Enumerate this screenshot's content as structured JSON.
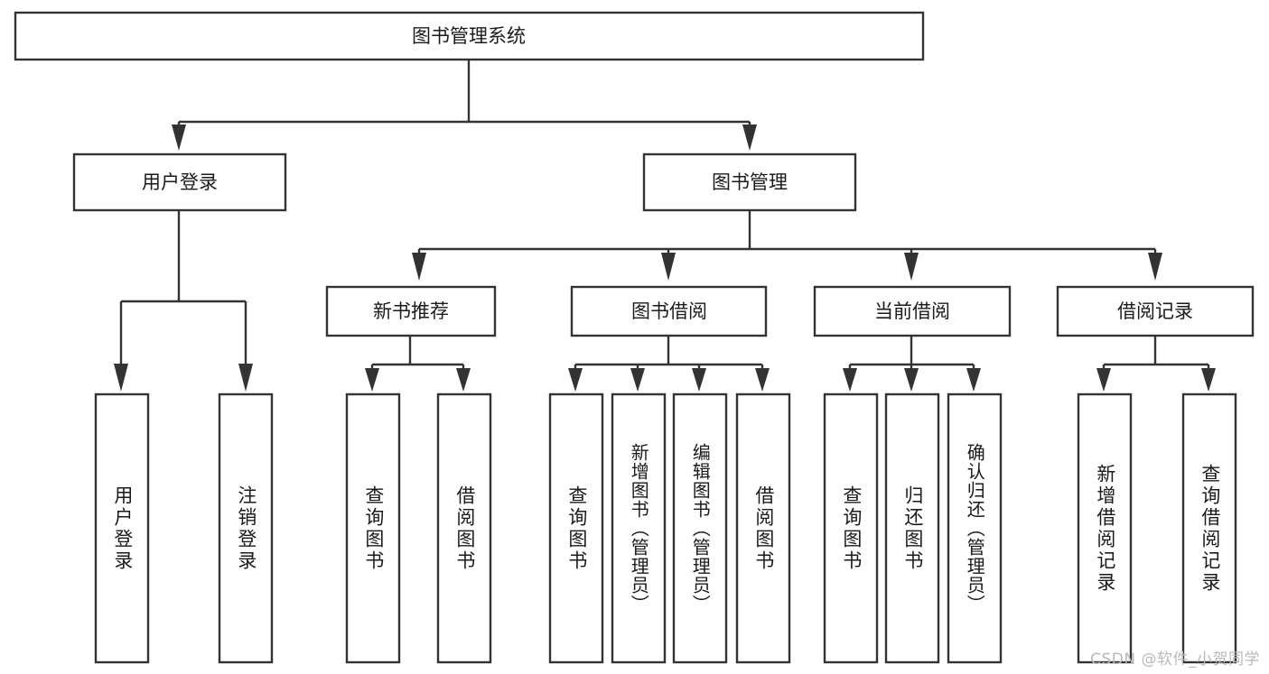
{
  "diagram": {
    "type": "tree-hierarchy",
    "title": "图书管理系统",
    "root": {
      "id": "root",
      "label": "图书管理系统",
      "level": 0
    },
    "level2": [
      {
        "id": "user-login",
        "label": "用户登录",
        "level": 1
      },
      {
        "id": "book-manage",
        "label": "图书管理",
        "level": 1
      }
    ],
    "level3": [
      {
        "id": "new-book-recommend",
        "label": "新书推荐",
        "level": 2,
        "parent": "book-manage"
      },
      {
        "id": "book-borrow",
        "label": "图书借阅",
        "level": 2,
        "parent": "book-manage"
      },
      {
        "id": "current-borrow",
        "label": "当前借阅",
        "level": 2,
        "parent": "book-manage"
      },
      {
        "id": "borrow-record",
        "label": "借阅记录",
        "level": 2,
        "parent": "book-manage"
      }
    ],
    "leaves": [
      {
        "id": "leaf-user-login",
        "label": "用户登录",
        "parent": "user-login"
      },
      {
        "id": "leaf-user-logout",
        "label": "注销登录",
        "parent": "user-login"
      },
      {
        "id": "leaf-query-book-1",
        "label": "查询图书",
        "parent": "new-book-recommend"
      },
      {
        "id": "leaf-borrow-book-1",
        "label": "借阅图书",
        "parent": "new-book-recommend"
      },
      {
        "id": "leaf-query-book-2",
        "label": "查询图书",
        "parent": "book-borrow"
      },
      {
        "id": "leaf-add-book",
        "label": "新增图书（管理员）",
        "parent": "book-borrow"
      },
      {
        "id": "leaf-edit-book",
        "label": "编辑图书（管理员）",
        "parent": "book-borrow"
      },
      {
        "id": "leaf-borrow-book-2",
        "label": "借阅图书",
        "parent": "book-borrow"
      },
      {
        "id": "leaf-query-book-3",
        "label": "查询图书",
        "parent": "current-borrow"
      },
      {
        "id": "leaf-return-book",
        "label": "归还图书",
        "parent": "current-borrow"
      },
      {
        "id": "leaf-confirm-return",
        "label": "确认归还（管理员）",
        "parent": "current-borrow"
      },
      {
        "id": "leaf-add-record",
        "label": "新增借阅记录",
        "parent": "borrow-record"
      },
      {
        "id": "leaf-query-record",
        "label": "查询借阅记录",
        "parent": "borrow-record"
      }
    ],
    "colors": {
      "stroke": "#333333",
      "box_fill": "#ffffff",
      "text": "#1a1a1a",
      "background": "#ffffff",
      "watermark": "#b9b9b9"
    }
  },
  "watermark": {
    "text": "CSDN @软件_小贺同学"
  }
}
